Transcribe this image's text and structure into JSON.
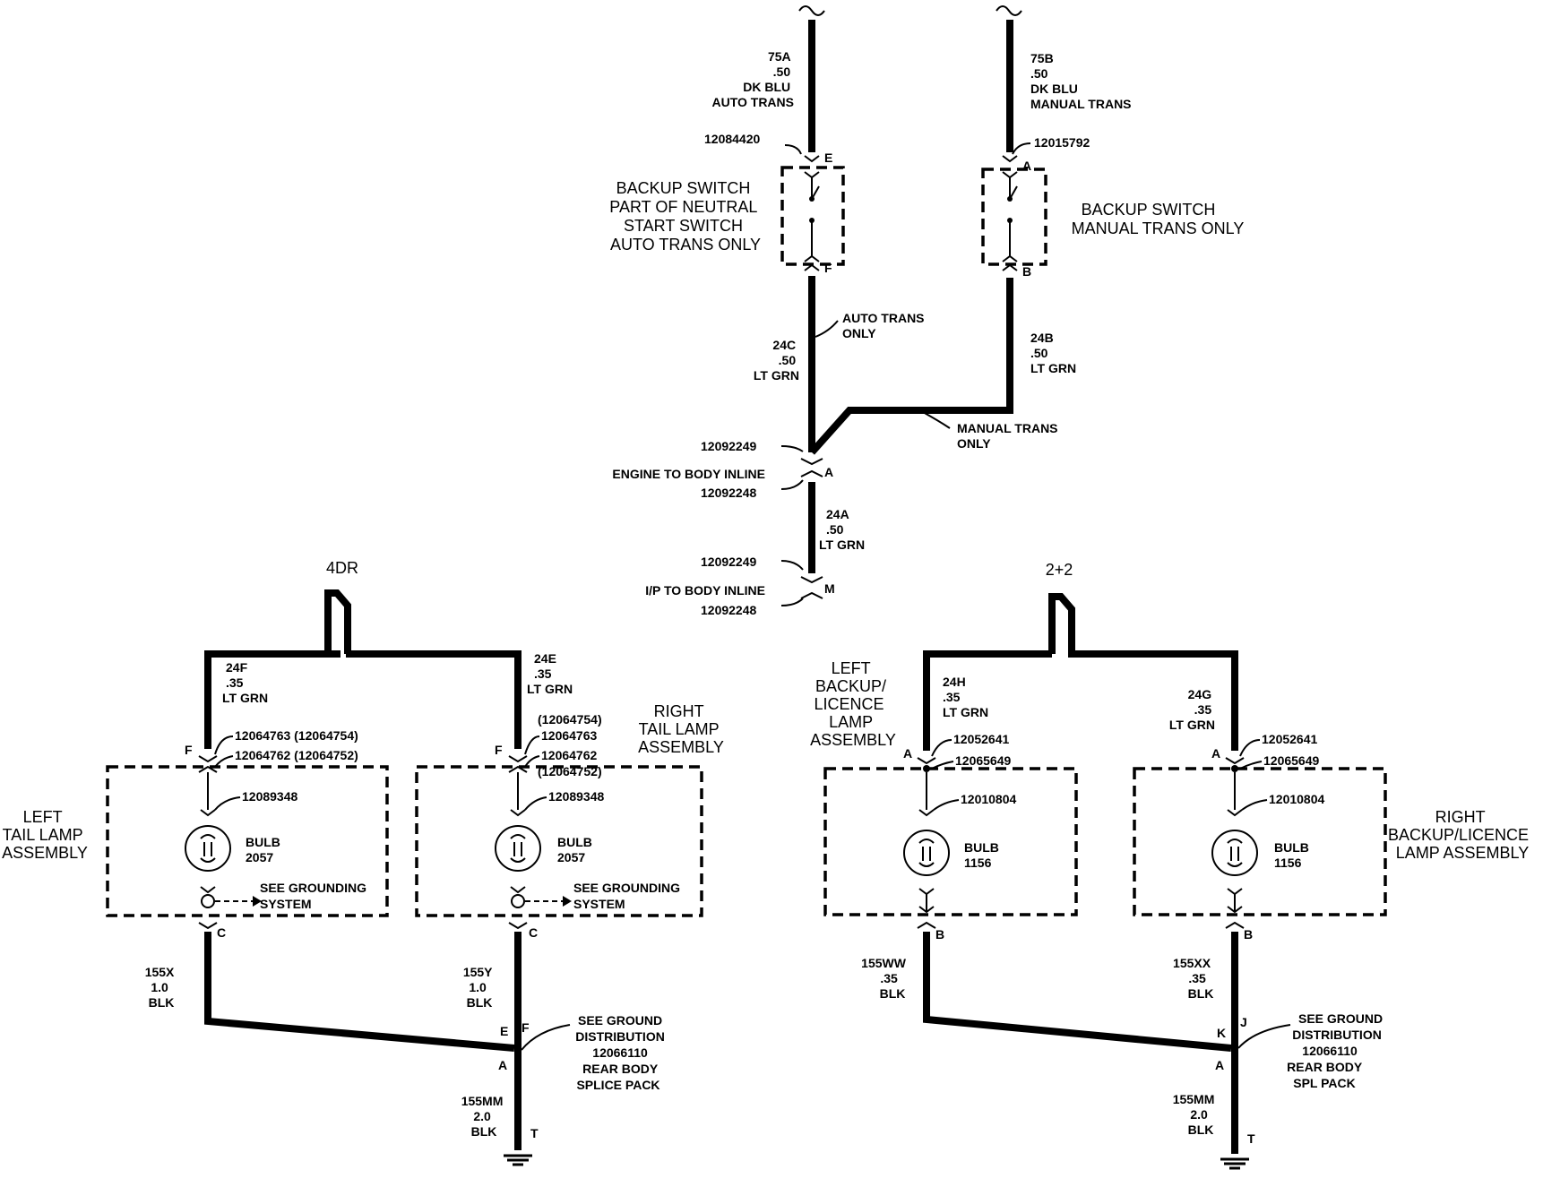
{
  "top": {
    "wire_75a": [
      "75A",
      ".50",
      "DK BLU",
      "AUTO TRANS"
    ],
    "wire_75b": [
      "75B",
      ".50",
      "DK BLU",
      "MANUAL TRANS"
    ],
    "conn_12084420": "12084420",
    "conn_12015792": "12015792",
    "pin_E": "E",
    "pin_A": "A",
    "pin_F": "F",
    "pin_B": "B",
    "sw_auto": [
      "BACKUP SWITCH",
      "PART OF NEUTRAL",
      "START SWITCH",
      "AUTO TRANS ONLY"
    ],
    "sw_manual": [
      "BACKUP SWITCH",
      "MANUAL TRANS ONLY"
    ],
    "wire_24c": [
      "24C",
      ".50",
      "LT GRN"
    ],
    "auto_only": [
      "AUTO TRANS",
      "ONLY"
    ],
    "wire_24b": [
      "24B",
      ".50",
      "LT GRN"
    ],
    "manual_only": [
      "MANUAL TRANS",
      "ONLY"
    ],
    "c_12092249_a": "12092249",
    "engine_inline": "ENGINE TO BODY INLINE",
    "c_12092248_a": "12092248",
    "splice_A": "A",
    "wire_24a": [
      "24A",
      ".50",
      "LT GRN"
    ],
    "c_12092249_b": "12092249",
    "ip_inline": "I/P TO BODY INLINE",
    "c_12092248_b": "12092248",
    "pin_M": "M"
  },
  "left": {
    "heading": "4DR",
    "wire_24f": [
      "24F",
      ".35",
      "LT GRN"
    ],
    "wire_24e": [
      "24E",
      ".35",
      "LT GRN"
    ],
    "asm_left": [
      "LEFT",
      "TAIL LAMP",
      "ASSEMBLY"
    ],
    "asm_right": [
      "RIGHT",
      "TAIL LAMP",
      "ASSEMBLY"
    ],
    "l_pin_F": "F",
    "l_conn1": "12064763  (12064754)",
    "l_conn2": "12064762  (12064752)",
    "l_sock": "12089348",
    "l_bulb": [
      "BULB",
      "2057"
    ],
    "l_gnd": [
      "SEE GROUNDING",
      "SYSTEM"
    ],
    "l_pin_C": "C",
    "r_pin_F": "F",
    "r_conn0": "(12064754)",
    "r_conn1": "12064763",
    "r_conn2": "12064762",
    "r_conn3": "(12064752)",
    "r_sock": "12089348",
    "r_bulb": [
      "BULB",
      "2057"
    ],
    "r_gnd": [
      "SEE GROUNDING",
      "SYSTEM"
    ],
    "r_pin_C": "C",
    "wire_155x": [
      "155X",
      "1.0",
      "BLK"
    ],
    "wire_155y": [
      "155Y",
      "1.0",
      "BLK"
    ],
    "pin_E": "E",
    "pin_F": "F",
    "pin_A": "A",
    "splice": [
      "SEE GROUND",
      "DISTRIBUTION",
      "12066110",
      "REAR BODY",
      "SPLICE PACK"
    ],
    "wire_155mm": [
      "155MM",
      "2.0",
      "BLK"
    ],
    "pin_T": "T"
  },
  "right": {
    "heading": "2+2",
    "asm_left": [
      "LEFT",
      "BACKUP/",
      "LICENCE",
      "LAMP",
      "ASSEMBLY"
    ],
    "asm_right": [
      "RIGHT",
      "BACKUP/LICENCE",
      "LAMP ASSEMBLY"
    ],
    "wire_24h": [
      "24H",
      ".35",
      "LT GRN"
    ],
    "wire_24g": [
      "24G",
      ".35",
      "LT GRN"
    ],
    "l_pin_A": "A",
    "l_conn1": "12052641",
    "l_conn2": "12065649",
    "l_sock": "12010804",
    "l_bulb": [
      "BULB",
      "1156"
    ],
    "l_pin_B": "B",
    "r_pin_A": "A",
    "r_conn1": "12052641",
    "r_conn2": "12065649",
    "r_sock": "12010804",
    "r_bulb": [
      "BULB",
      "1156"
    ],
    "r_pin_B": "B",
    "wire_155ww": [
      "155WW",
      ".35",
      "BLK"
    ],
    "wire_155xx": [
      "155XX",
      ".35",
      "BLK"
    ],
    "pin_J": "J",
    "pin_K": "K",
    "pin_A": "A",
    "splice": [
      "SEE GROUND",
      "DISTRIBUTION",
      "12066110",
      "REAR BODY",
      "SPL PACK"
    ],
    "wire_155mm": [
      "155MM",
      "2.0",
      "BLK"
    ],
    "pin_T": "T"
  }
}
